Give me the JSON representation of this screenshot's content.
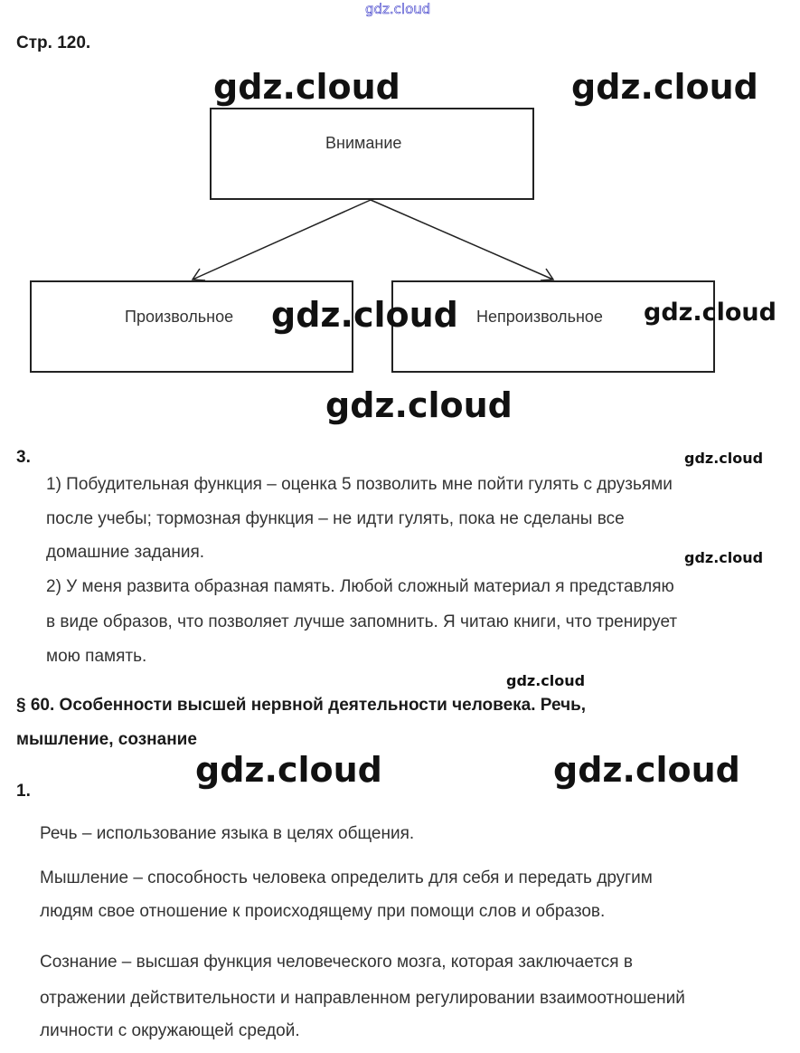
{
  "watermark": "gdz.cloud",
  "header": "Стр. 120.",
  "diagram": {
    "top": "Внимание",
    "left": "Произвольное",
    "right": "Непроизвольное"
  },
  "task3": {
    "number": "3.",
    "lines": [
      "1) Побудительная функция – оценка 5 позволить мне пойти гулять с друзьями",
      "после учебы; тормозная функция – не идти гулять, пока не сделаны все",
      "домашние задания.",
      "2) У меня развита образная память. Любой сложный материал я представляю",
      "в виде образов, что позволяет лучше запомнить. Я читаю книги, что тренирует",
      "мою память."
    ]
  },
  "section": {
    "lines": [
      "§ 60. Особенности высшей нервной деятельности человека. Речь,",
      "мышление, сознание"
    ]
  },
  "task1": {
    "number": "1.",
    "lines": [
      "Речь – использование языка в целях общения.",
      "Мышление – способность человека определить для себя и передать другим",
      "людям свое отношение к происходящему при помощи слов и образов.",
      "Сознание – высшая функция человеческого мозга, которая заключается в",
      "отражении действительности и направленном регулировании взаимоотношений",
      "личности с окружающей средой."
    ]
  }
}
